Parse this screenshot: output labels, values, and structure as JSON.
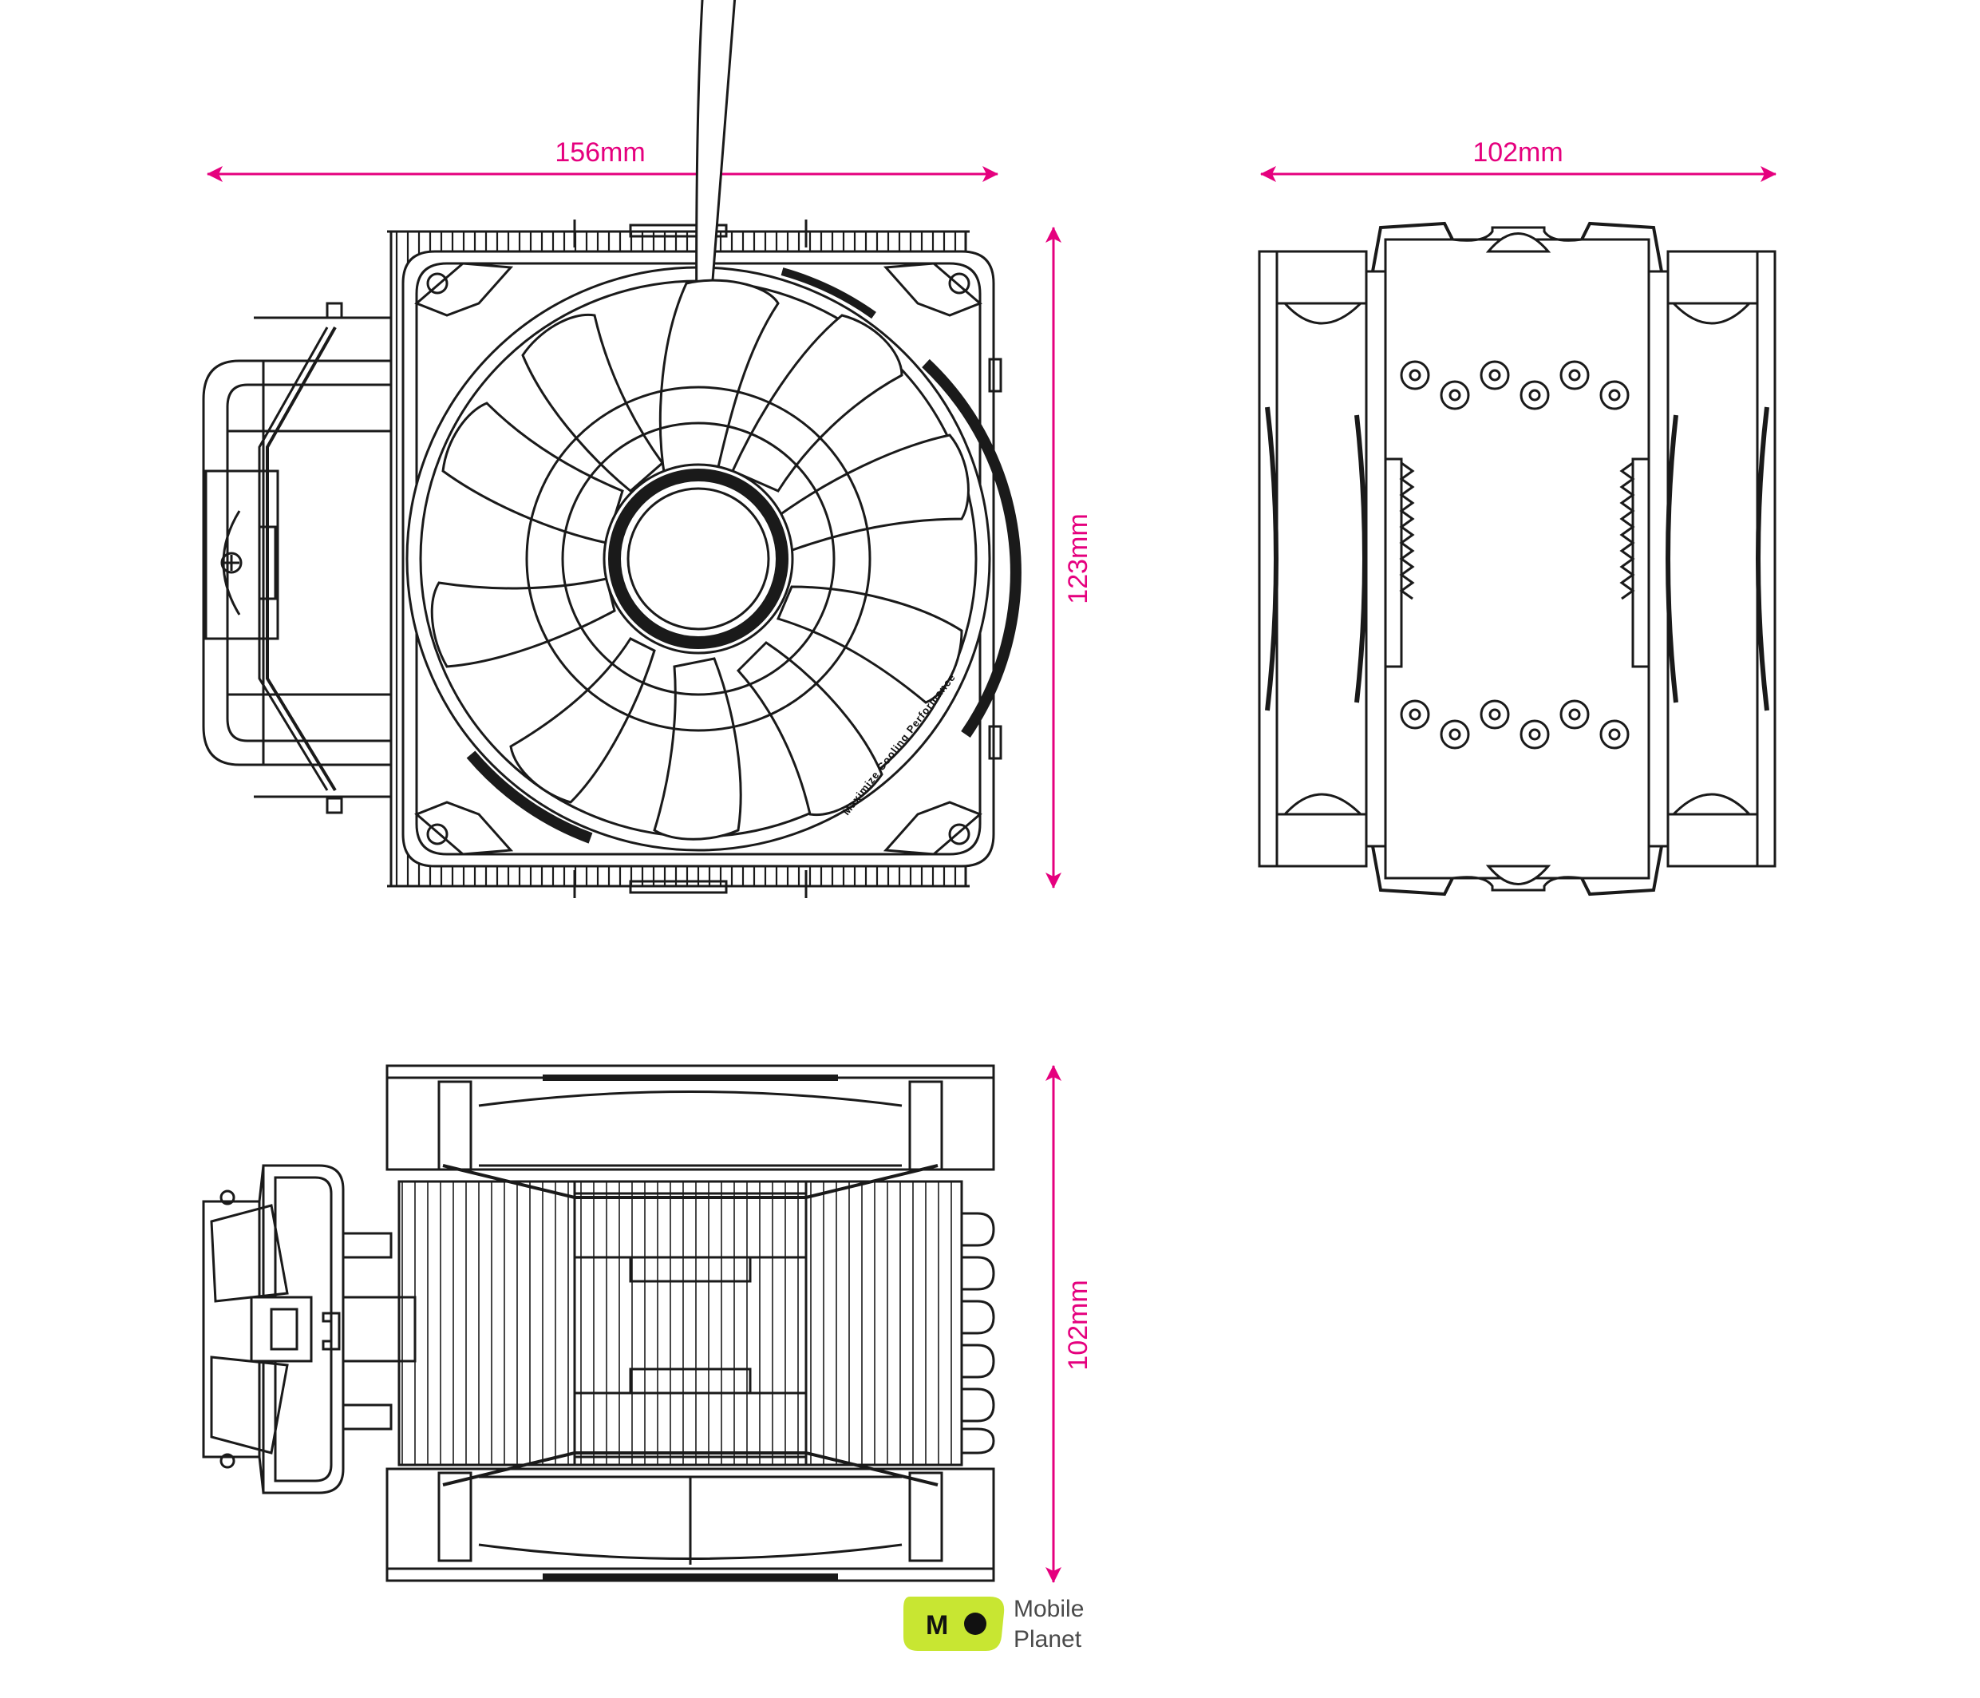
{
  "colors": {
    "dimension": "#e5007e",
    "line": "#1a1a1a",
    "background": "#ffffff",
    "logo_fill": "#c8e632"
  },
  "dimensions": {
    "top_width": "156mm",
    "top_height": "123mm",
    "side_width": "102mm",
    "bottom_height": "102mm"
  },
  "fan_ring_text": "Maximize Cooling Performance",
  "logo": {
    "mark": "MO",
    "line1": "Mobile",
    "line2": "Planet"
  }
}
